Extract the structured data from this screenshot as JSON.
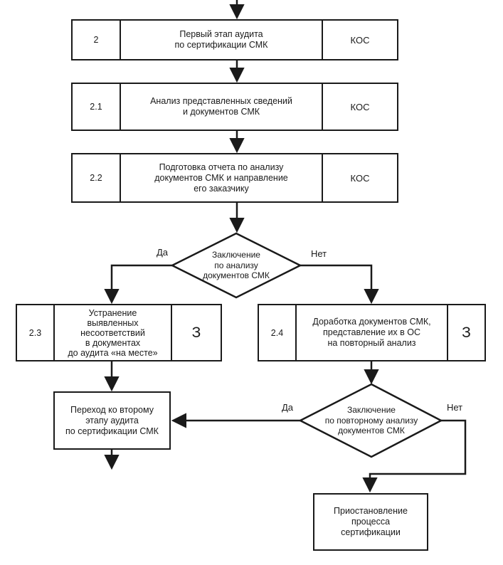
{
  "palette": {
    "line_color": "#1a1a1a",
    "background": "#ffffff"
  },
  "flowchart": {
    "boxes": {
      "step2": {
        "num": "2",
        "label": "Первый этап аудита\nпо сертификации СМК",
        "resp": "КОС"
      },
      "step21": {
        "num": "2.1",
        "label": "Анализ представленных сведений\nи документов СМК",
        "resp": "КОС"
      },
      "step22": {
        "num": "2.2",
        "label": "Подготовка отчета по анализу\nдокументов СМК и направление\nего заказчику",
        "resp": "КОС"
      },
      "step23": {
        "num": "2.3",
        "label": "Устранение\nвыявленных\nнесоответствий\nв документах\nдо аудита «на месте»",
        "resp": "З"
      },
      "step24": {
        "num": "2.4",
        "label": "Доработка документов СМК,\nпредставление их в ОС\nна повторный анализ",
        "resp": "З"
      },
      "transition": {
        "label": "Переход ко второму\nэтапу аудита\nпо сертификации СМК"
      },
      "suspension": {
        "label": "Приостановление\nпроцесса\nсертификации"
      }
    },
    "decisions": {
      "d1": {
        "label": "Заключение\nпо анализу\nдокументов СМК",
        "yes": "Да",
        "no": "Нет"
      },
      "d2": {
        "label": "Заключение\nпо повторному анализу\nдокументов СМК",
        "yes": "Да",
        "no": "Нет"
      }
    }
  }
}
